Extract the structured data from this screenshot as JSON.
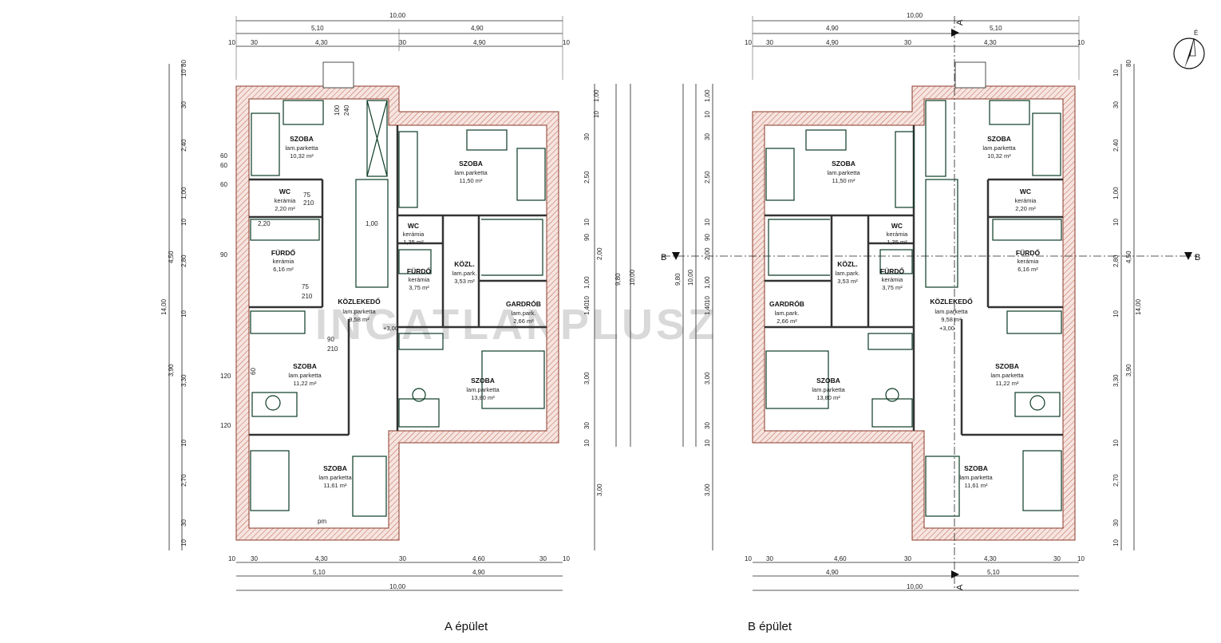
{
  "captions": {
    "a": "A épület",
    "b": "B épület"
  },
  "watermark": "INGATLANPLUSZ",
  "section_labels": {
    "a": "A",
    "b": "B"
  },
  "north_label": "É",
  "building_a": {
    "rooms": [
      {
        "name": "SZOBA",
        "finish": "lam.parketta",
        "area": "10,32 m²"
      },
      {
        "name": "WC",
        "finish": "kerámia",
        "area": "2,20 m²"
      },
      {
        "name": "FÜRDŐ",
        "finish": "kerámia",
        "area": "6,16 m²"
      },
      {
        "name": "KÖZLEKEDŐ",
        "finish": "lam.parketta",
        "area": "9,58 m²"
      },
      {
        "name": "SZOBA",
        "finish": "lam.parketta",
        "area": "11,22 m²"
      },
      {
        "name": "SZOBA",
        "finish": "lam.parketta",
        "area": "11,61 m²"
      },
      {
        "name": "SZOBA",
        "finish": "lam.parketta",
        "area": "11,50 m²"
      },
      {
        "name": "WC",
        "finish": "kerámia",
        "area": "1,35 m²"
      },
      {
        "name": "KÖZL.",
        "finish": "lam.park.",
        "area": "3,53 m²"
      },
      {
        "name": "FÜRDŐ",
        "finish": "kerámia",
        "area": "3,75 m²"
      },
      {
        "name": "GARDRÓB",
        "finish": "lam.park.",
        "area": "2,66 m²"
      },
      {
        "name": "SZOBA",
        "finish": "lam.parketta",
        "area": "13,80 m²"
      }
    ],
    "level": "+3,00",
    "dims_top": [
      "10,00",
      "5,10",
      "4,90",
      "10",
      "30",
      "4,30",
      "30",
      "4,90",
      "10"
    ],
    "dims_bottom": [
      "10",
      "30",
      "4,30",
      "30",
      "4,60",
      "30",
      "10",
      "5,10",
      "4,90",
      "10,00"
    ],
    "dims_left": [
      "10",
      "80",
      "30",
      "2,40",
      "1,00",
      "10",
      "2,80",
      "4,50",
      "10",
      "3,90",
      "3,30",
      "10",
      "2,70",
      "30",
      "10",
      "14,00"
    ],
    "dims_right": [
      "10",
      "1,00",
      "30",
      "2,50",
      "10",
      "90",
      "2,00",
      "1,00",
      "10",
      "1,40",
      "3,00",
      "30",
      "10",
      "9,80",
      "10,00",
      "3,00"
    ],
    "openings": [
      "60",
      "60",
      "90",
      "120",
      "100",
      "240",
      "210",
      "75",
      "90",
      "60",
      "210",
      "2,20",
      "1,00",
      "60",
      "75",
      "210",
      "120",
      "pm"
    ]
  },
  "building_b": {
    "rooms": [
      {
        "name": "SZOBA",
        "finish": "lam.parketta",
        "area": "11,50 m²"
      },
      {
        "name": "SZOBA",
        "finish": "lam.parketta",
        "area": "10,32 m²"
      },
      {
        "name": "WC",
        "finish": "kerámia",
        "area": "2,20 m²"
      },
      {
        "name": "WC",
        "finish": "kerámia",
        "area": "1,35 m²"
      },
      {
        "name": "KÖZL.",
        "finish": "lam.park.",
        "area": "3,53 m²"
      },
      {
        "name": "FÜRDŐ",
        "finish": "kerámia",
        "area": "3,75 m²"
      },
      {
        "name": "FÜRDŐ",
        "finish": "kerámia",
        "area": "6,16 m²"
      },
      {
        "name": "GARDRÓB",
        "finish": "lam.park.",
        "area": "2,66 m²"
      },
      {
        "name": "KÖZLEKEDŐ",
        "finish": "lam.parketta",
        "area": "9,58 m²"
      },
      {
        "name": "SZOBA",
        "finish": "lam.parketta",
        "area": "13,80 m²"
      },
      {
        "name": "SZOBA",
        "finish": "lam.parketta",
        "area": "11,22 m²"
      },
      {
        "name": "SZOBA",
        "finish": "lam.parketta",
        "area": "11,61 m²"
      }
    ],
    "level": "+3,00",
    "dims_top": [
      "10,00",
      "4,90",
      "5,10",
      "10",
      "30",
      "4,30",
      "30",
      "4,90",
      "10"
    ],
    "dims_bottom": [
      "10",
      "30",
      "4,60",
      "30",
      "4,30",
      "30",
      "10",
      "4,90",
      "5,10",
      "10,00"
    ],
    "dims_left": [
      "10",
      "1,00",
      "30",
      "2,50",
      "10",
      "90",
      "2,00",
      "1,00",
      "10",
      "1,40",
      "3,00",
      "30",
      "10",
      "9,80",
      "10,00",
      "3,00"
    ],
    "dims_right": [
      "10",
      "80",
      "30",
      "2,40",
      "1,00",
      "10",
      "2,80",
      "4,50",
      "10",
      "3,90",
      "3,30",
      "10",
      "2,70",
      "30",
      "10",
      "14,00"
    ]
  }
}
